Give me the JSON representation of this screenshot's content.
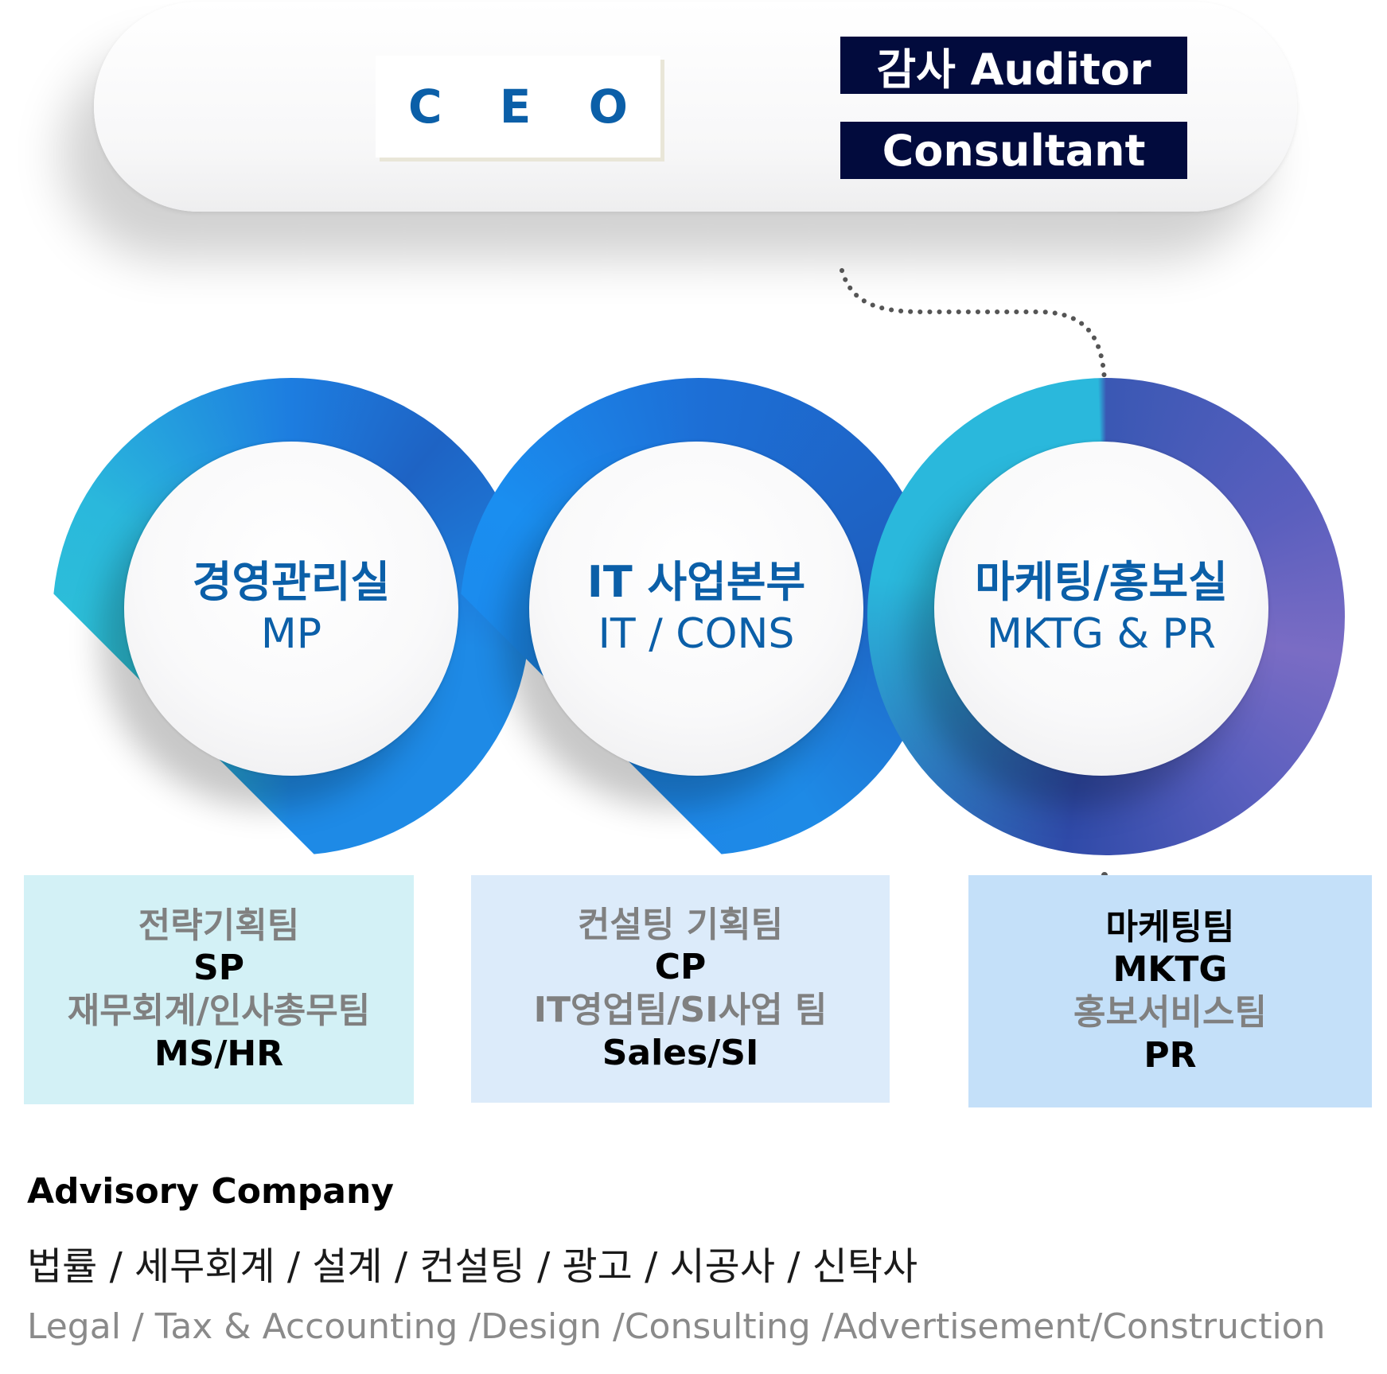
{
  "top": {
    "ceo": "C E O",
    "auditor": "감사 Auditor",
    "consultant": "Consultant"
  },
  "divisions": [
    {
      "ko": "경영관리실",
      "en": "MP"
    },
    {
      "ko": "IT 사업본부",
      "en": "IT / CONS"
    },
    {
      "ko": "마케팅/홍보실",
      "en": "MKTG & PR"
    }
  ],
  "teams": [
    {
      "lines": [
        "전략기획팀",
        "SP",
        "재무회계/인사총무팀",
        "MS/HR"
      ]
    },
    {
      "lines": [
        "컨설팅 기획팀",
        "CP",
        "IT영업팀/SI사업 팀",
        "Sales/SI"
      ]
    },
    {
      "lines": [
        "마케팅팀",
        "MKTG",
        "홍보서비스팀",
        "PR"
      ]
    }
  ],
  "advisory": {
    "title": "Advisory Company",
    "ko": "법률 / 세무회계 / 설계 / 컨설팅 / 광고 / 시공사 / 신탁사",
    "en": "Legal / Tax & Accounting /Design /Consulting /Advertisement/Construction"
  },
  "colors": {
    "ceo_text": "#0b5fa8",
    "navy_box": "#020b3d",
    "team_box_1": "#d3f1f6",
    "team_box_2": "#dcebfa",
    "team_box_3": "#c4e0f9"
  }
}
